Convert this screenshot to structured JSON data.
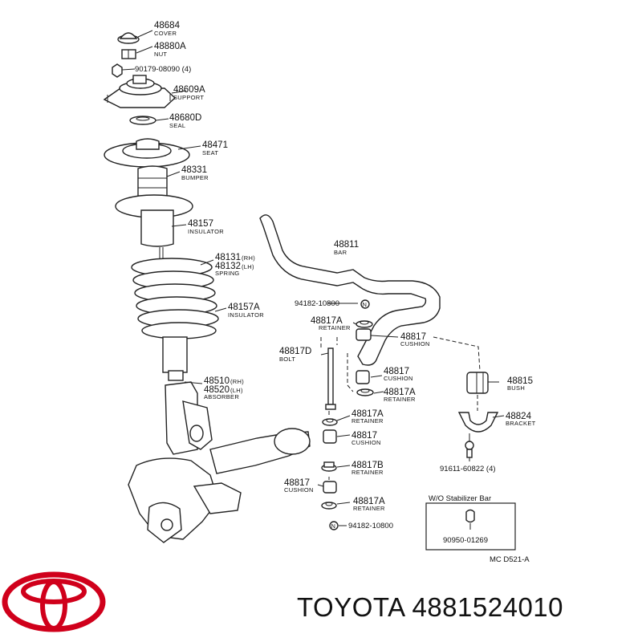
{
  "labels": {
    "cover": {
      "pn": "48684",
      "name": "COVER"
    },
    "nut": {
      "pn": "48880A",
      "name": "NUT"
    },
    "bolt_90179": {
      "pn": "90179-08090 (4)"
    },
    "support": {
      "pn": "48609A",
      "name": "SUPPORT"
    },
    "seal": {
      "pn": "48680D",
      "name": "SEAL"
    },
    "seat": {
      "pn": "48471",
      "name": "SEAT"
    },
    "bumper": {
      "pn": "48331",
      "name": "BUMPER"
    },
    "insulator_top": {
      "pn": "48157",
      "name": "INSULATOR"
    },
    "spring": {
      "pn1": "48131",
      "rh": "(RH)",
      "pn2": "48132",
      "lh": "(LH)",
      "name": "SPRING"
    },
    "insulator_low": {
      "pn": "48157A",
      "name": "INSULATOR"
    },
    "absorber": {
      "pn1": "48510",
      "rh": "(RH)",
      "pn2": "48520",
      "lh": "(LH)",
      "name": "ABSORBER"
    },
    "bar": {
      "pn": "48811",
      "name": "BAR"
    },
    "nut_94182_a": {
      "pn": "94182-10800"
    },
    "retainer_a1": {
      "pn": "48817A",
      "name": "RETAINER"
    },
    "cushion_a": {
      "pn": "48817",
      "name": "CUSHION"
    },
    "bolt_d": {
      "pn": "48817D",
      "name": "BOLT"
    },
    "cushion_b": {
      "pn": "48817",
      "name": "CUSHION"
    },
    "retainer_a2": {
      "pn": "48817A",
      "name": "RETAINER"
    },
    "bush": {
      "pn": "48815",
      "name": "BUSH"
    },
    "bracket": {
      "pn": "48824",
      "name": "BRACKET"
    },
    "retainer_a3": {
      "pn": "48817A",
      "name": "RETAINER"
    },
    "cushion_c": {
      "pn": "48817",
      "name": "CUSHION"
    },
    "retainer_b": {
      "pn": "48817B",
      "name": "RETAINER"
    },
    "bolt_91611": {
      "pn": "91611-60822 (4)"
    },
    "cushion_d": {
      "pn": "48817",
      "name": "CUSHION"
    },
    "retainer_a4": {
      "pn": "48817A",
      "name": "RETAINER"
    },
    "nut_94182_b": {
      "pn": "94182-10800"
    }
  },
  "inset": {
    "title": "W/O Stabilizer Bar",
    "pn": "90950-01269"
  },
  "ref_code": "MC  D521-A",
  "brand": {
    "text": "TOYOTA 4881524010",
    "logo_color": "#d0001b"
  }
}
